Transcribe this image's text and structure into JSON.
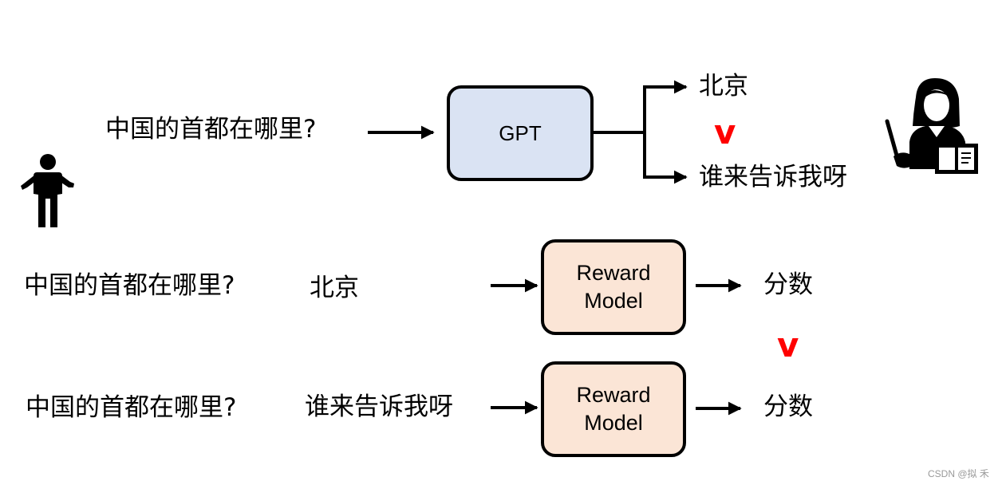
{
  "top": {
    "question": "中国的首都在哪里?",
    "model_label": "GPT",
    "answer_good": "北京",
    "answer_bad": "谁来告诉我呀",
    "comparison": "v"
  },
  "rows": [
    {
      "question": "中国的首都在哪里?",
      "answer": "北京",
      "model_line1": "Reward",
      "model_line2": "Model",
      "output": "分数"
    },
    {
      "question": "中国的首都在哪里?",
      "answer": "谁来告诉我呀",
      "model_line1": "Reward",
      "model_line2": "Model",
      "output": "分数"
    }
  ],
  "bottom_comparison": "v",
  "watermark": "CSDN @拟 禾",
  "colors": {
    "gpt_fill": "#dae3f3",
    "reward_fill": "#fbe5d6",
    "comparison": "#ff0000"
  },
  "icons": [
    "person-icon",
    "teacher-icon"
  ]
}
